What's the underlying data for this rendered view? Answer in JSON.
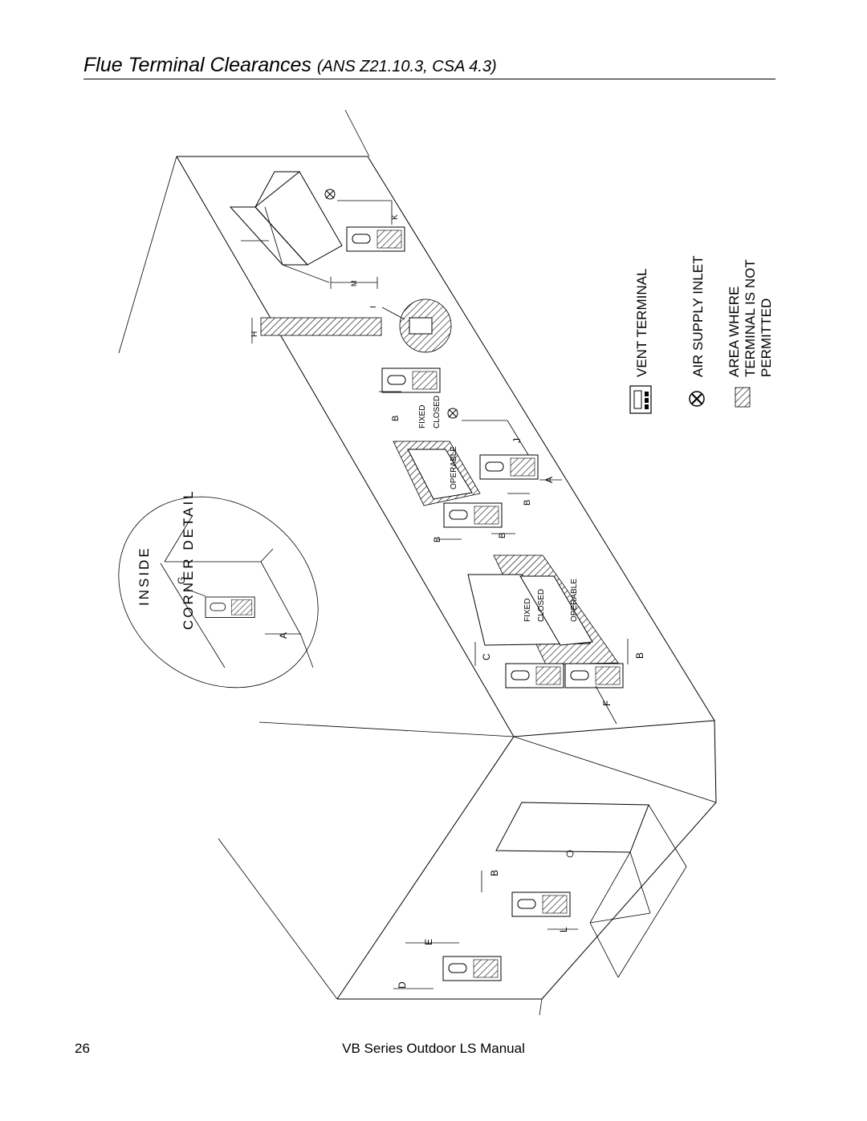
{
  "header": {
    "title": "Flue Terminal Clearances",
    "standard": "(ANS Z21.10.3, CSA 4.3)"
  },
  "legend": {
    "vent_terminal": "VENT TERMINAL",
    "air_supply_inlet": "AIR SUPPLY INLET",
    "area_line1": "AREA WHERE",
    "area_line2": "TERMINAL IS NOT",
    "area_line3": "PERMITTED"
  },
  "detail": {
    "line1": "INSIDE",
    "line2": "CORNER DETAIL"
  },
  "window_labels": {
    "fixed": "FIXED",
    "closed": "CLOSED",
    "operable": "OPERABLE"
  },
  "dimensions": {
    "a": "A",
    "b": "B",
    "c": "C",
    "d": "D",
    "e": "E",
    "f": "F",
    "g": "G",
    "h": "H",
    "i": "I",
    "j": "J",
    "k": "K",
    "l": "L",
    "m": "M"
  },
  "footer": {
    "page_number": "26",
    "manual_title": "VB Series Outdoor LS Manual"
  }
}
